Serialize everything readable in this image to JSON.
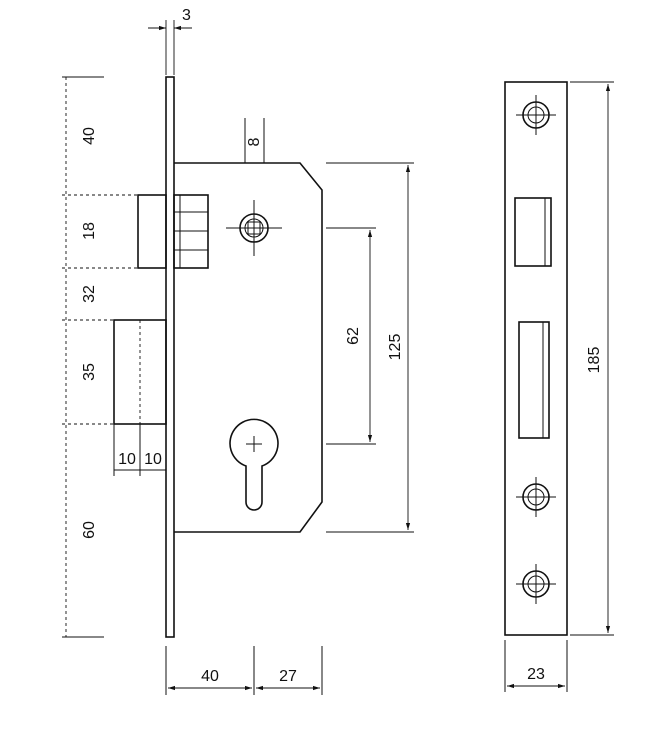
{
  "dimensions": {
    "backset_thickness": "3",
    "spindle_square": "8",
    "left_segments": [
      "40",
      "18",
      "32",
      "35",
      "60"
    ],
    "latch_widths": [
      "10",
      "10"
    ],
    "spacing_62": "62",
    "height_125": "125",
    "backset": "40",
    "front_depth": "27",
    "faceplate_height": "185",
    "faceplate_width": "23"
  },
  "colors": {
    "line": "#111111",
    "background": "#ffffff"
  }
}
